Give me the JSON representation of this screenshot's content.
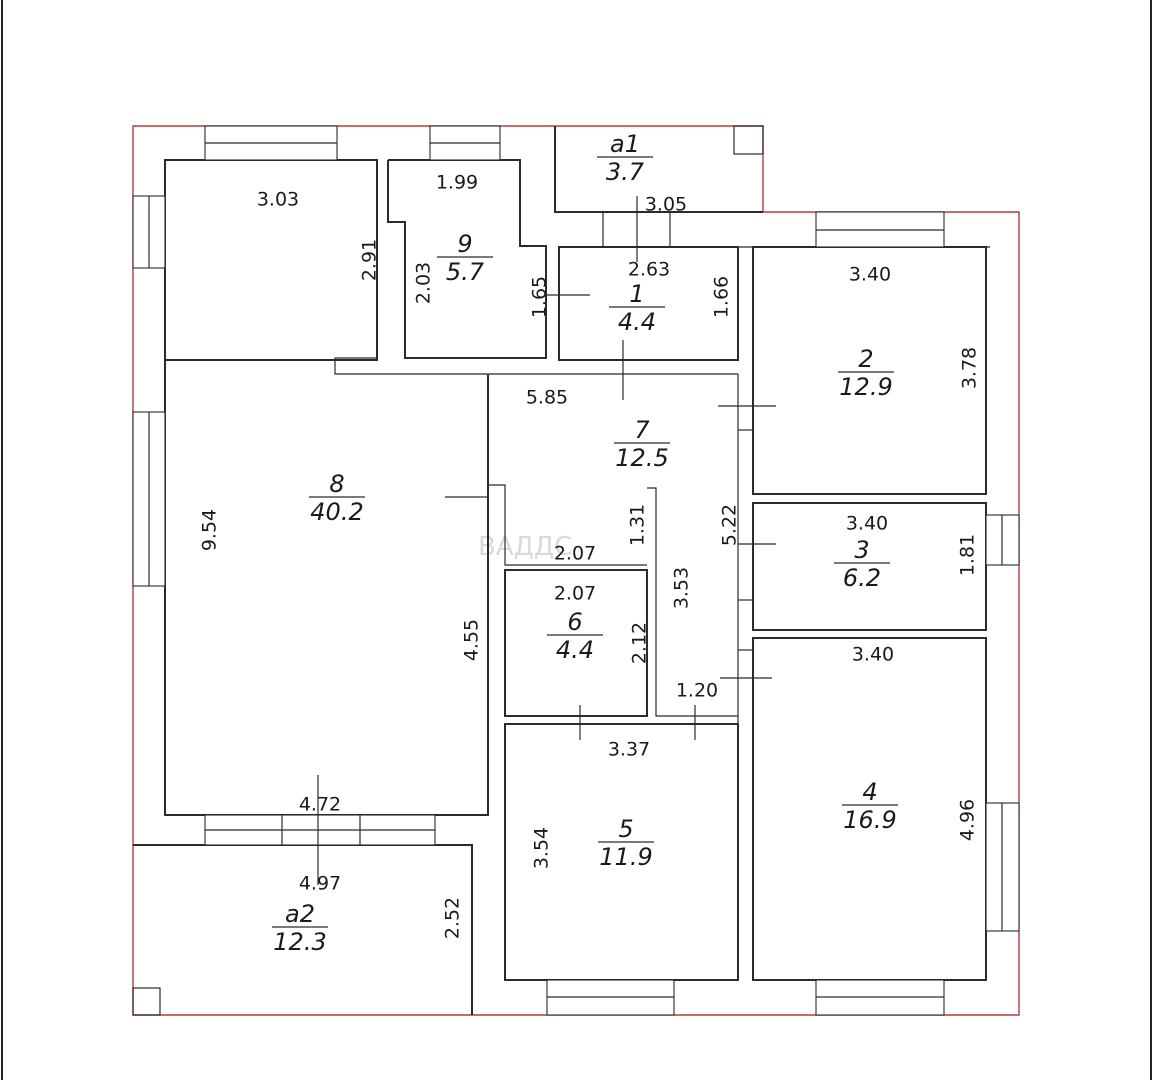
{
  "watermark": "ВАДДС",
  "rooms": [
    {
      "id": "a1",
      "label": "a1",
      "area": "3.7"
    },
    {
      "id": "9",
      "label": "9",
      "area": "5.7"
    },
    {
      "id": "1",
      "label": "1",
      "area": "4.4"
    },
    {
      "id": "2",
      "label": "2",
      "area": "12.9"
    },
    {
      "id": "8",
      "label": "8",
      "area": "40.2"
    },
    {
      "id": "7",
      "label": "7",
      "area": "12.5"
    },
    {
      "id": "3",
      "label": "3",
      "area": "6.2"
    },
    {
      "id": "6",
      "label": "6",
      "area": "4.4"
    },
    {
      "id": "4",
      "label": "4",
      "area": "16.9"
    },
    {
      "id": "5",
      "label": "5",
      "area": "11.9"
    },
    {
      "id": "a2",
      "label": "a2",
      "area": "12.3"
    }
  ],
  "dimensions": [
    "3.03",
    "1.99",
    "3.05",
    "2.91",
    "2.03",
    "1.65",
    "2.63",
    "1.66",
    "3.40",
    "3.78",
    "5.85",
    "9.54",
    "1.31",
    "2.07",
    "5.22",
    "3.40",
    "1.81",
    "2.07",
    "3.53",
    "2.12",
    "4.55",
    "3.40",
    "1.20",
    "3.37",
    "4.72",
    "3.54",
    "4.96",
    "4.97",
    "2.52"
  ]
}
